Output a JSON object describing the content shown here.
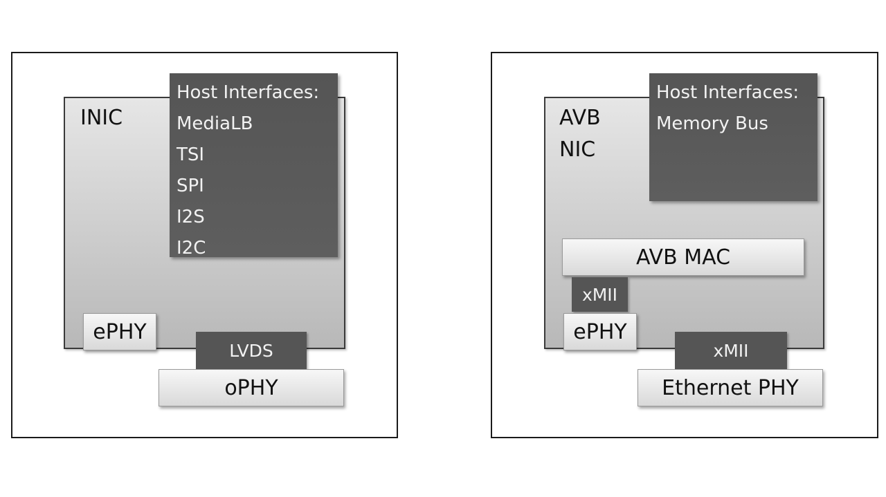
{
  "left": {
    "chip_label": "INIC",
    "host_interfaces": [
      "Host Interfaces:",
      "MediaLB",
      "TSI",
      "SPI",
      "I2S",
      "I2C"
    ],
    "ephy": "ePHY",
    "lvds": "LVDS",
    "ophy": "oPHY"
  },
  "right": {
    "chip_label_lines": [
      "AVB",
      "NIC"
    ],
    "host_interfaces": [
      "Host Interfaces:",
      "Memory Bus"
    ],
    "avb_mac": "AVB MAC",
    "xmii_inner": "xMII",
    "ephy": "ePHY",
    "xmii_outer": "xMII",
    "ethernet_phy": "Ethernet PHY"
  }
}
